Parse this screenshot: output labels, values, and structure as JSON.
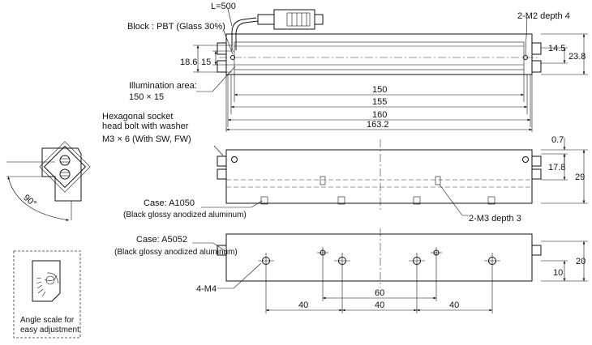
{
  "labels": {
    "cable_length": "L=500",
    "block_material": "Block : PBT (Glass 30%)",
    "top_tap": "2-M2 depth 4",
    "illum_line1": "Illumination area:",
    "illum_line2": "150 × 15",
    "bolt_line1": "Hexagonal socket",
    "bolt_line2": "head bolt with washer",
    "bolt_line3": "M3 × 6 (With SW, FW)",
    "case1_line1": "Case: A1050",
    "case1_line2": "(Black glossy anodized aluminum)",
    "side_tap": "2-M3 depth 3",
    "case2_line1": "Case: A5052",
    "case2_line2": "(Black glossy anodized aluminum)",
    "bottom_tap": "4-M4",
    "angle": "90°",
    "scale_line1": "Angle scale for",
    "scale_line2": "easy adjustment"
  },
  "dims": {
    "top_h1": "18.6",
    "top_h2": "15",
    "top_r1": "14.5",
    "top_r2": "23.8",
    "len_150": "150",
    "len_155": "155",
    "len_160": "160",
    "len_163": "163.2",
    "side_r1": "0.7",
    "side_r2": "17.8",
    "side_r3": "29",
    "bot_r1": "20",
    "bot_r2": "10",
    "pitch_60": "60",
    "pitch_a": "40",
    "pitch_b": "40",
    "pitch_c": "40"
  }
}
